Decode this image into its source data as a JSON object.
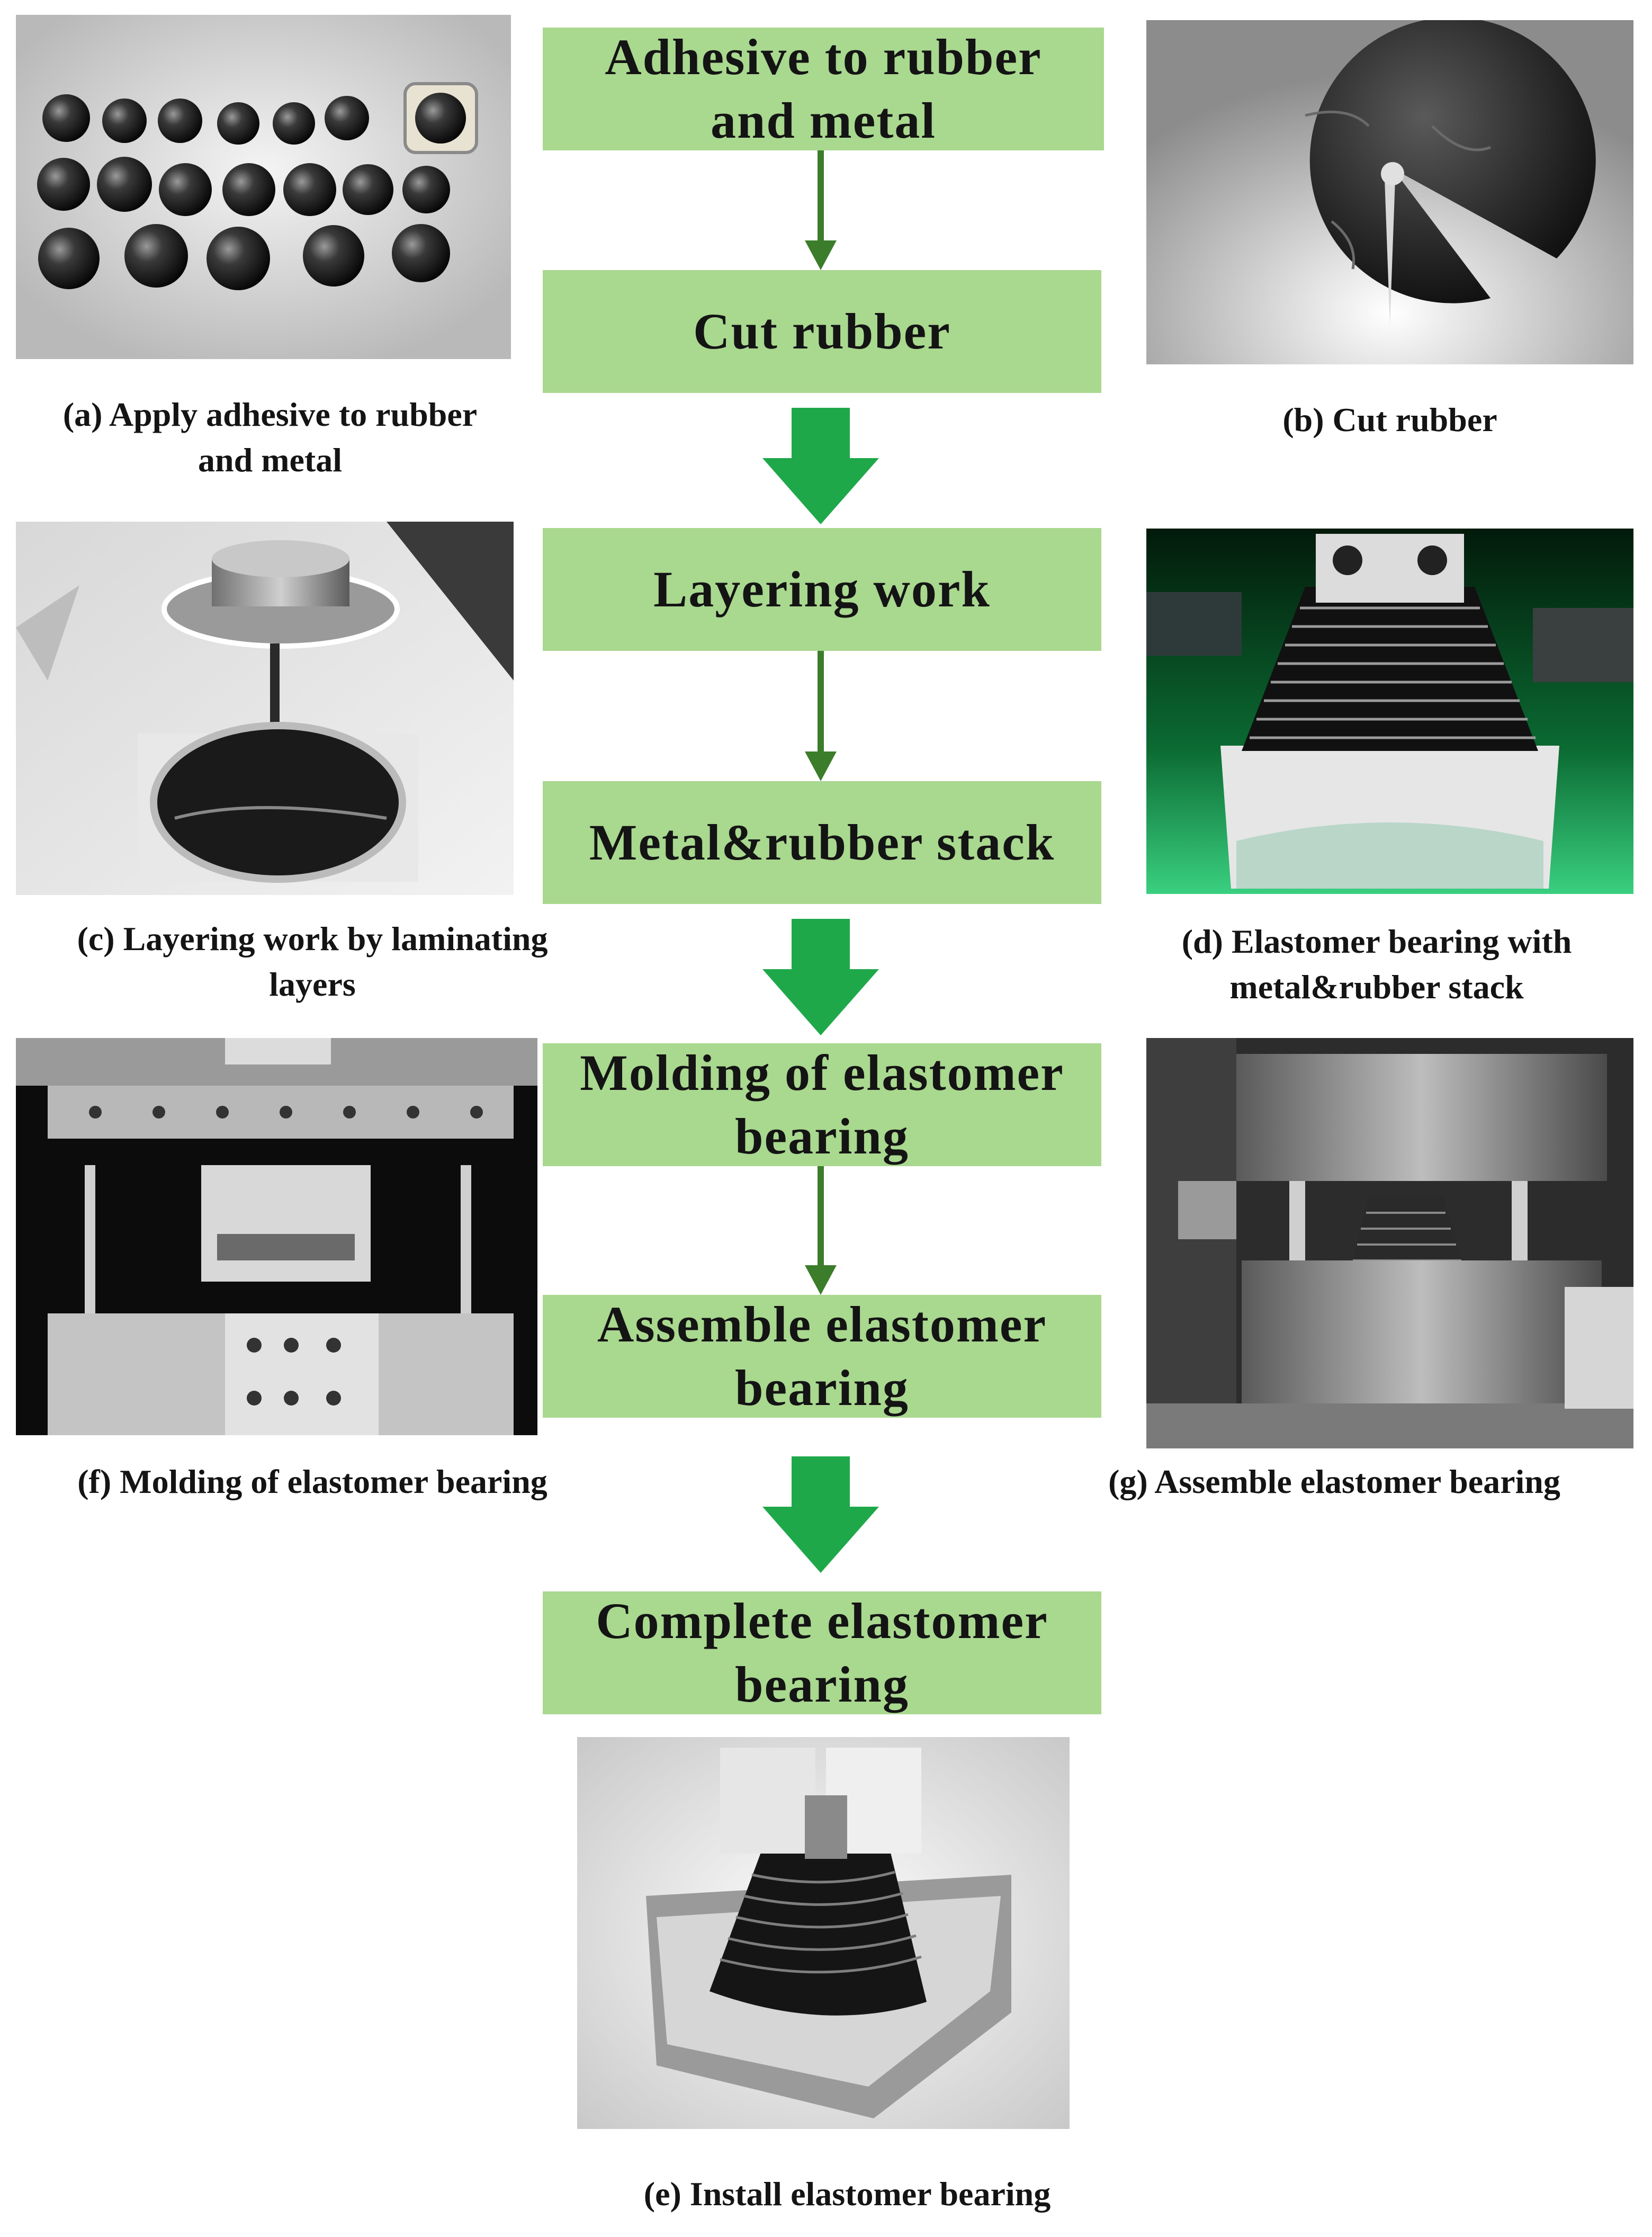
{
  "steps": [
    "Adhesive to rubber\nand metal",
    "Cut rubber",
    "Layering work",
    "Metal&rubber  stack",
    "Molding  of elastomer\nbearing",
    "Assemble  elastomer\nbearing",
    "Complete elastomer\nbearing"
  ],
  "captions": {
    "a": "(a) Apply adhesive to rubber\nand metal",
    "b": "(b) Cut rubber",
    "c": "(c) Layering work by laminating\nlayers",
    "d": "(d) Elastomer bearing with\nmetal&rubber stack",
    "f": "(f) Molding of elastomer bearing",
    "g": "(g) Assemble elastomer bearing",
    "e": "(e) Install elastomer bearing"
  },
  "colors": {
    "box_fill": "#a9d88f",
    "arrow_green": "#1fa84a",
    "thin_arrow": "#3b7d2a"
  }
}
